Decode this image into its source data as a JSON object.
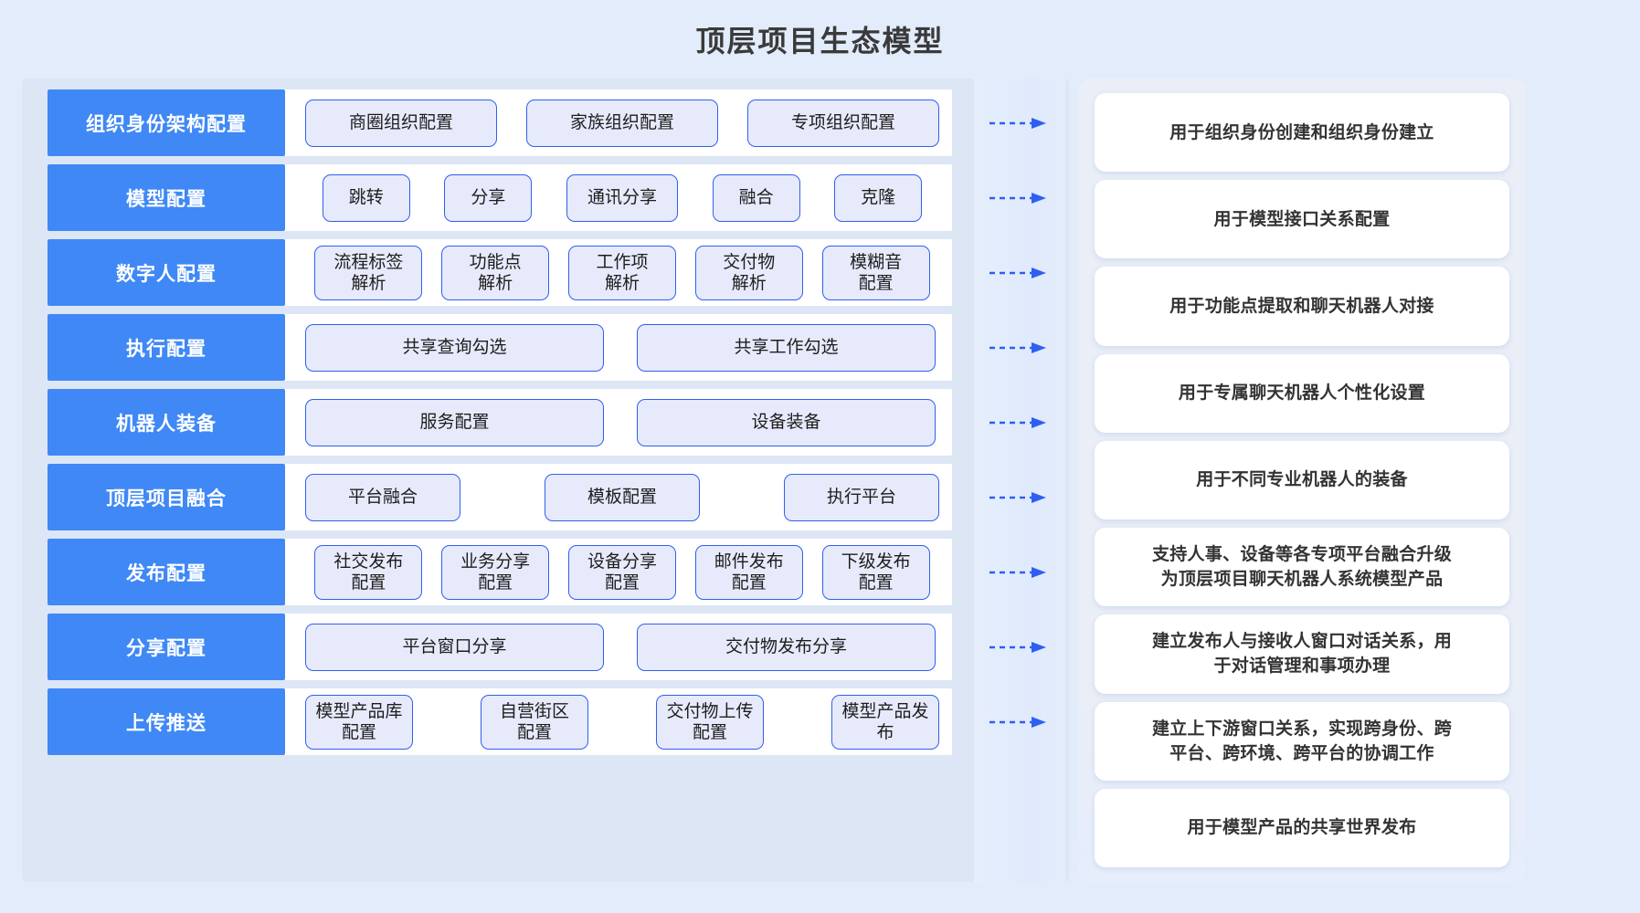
{
  "page": {
    "title": "顶层项目生态模型",
    "accent_blue": "#3f88f5",
    "pill_border": "#2f5ff0",
    "pill_fill": "#e7eafb",
    "background": "#e3ecfb",
    "arrow_color": "#2f5ff0"
  },
  "rows": [
    {
      "label": "组织身份架构配置",
      "items": [
        "商圈组织配置",
        "家族组织配置",
        "专项组织配置"
      ],
      "description": "用于组织身份创建和组织身份建立"
    },
    {
      "label": "模型配置",
      "items": [
        "跳转",
        "分享",
        "通讯分享",
        "融合",
        "克隆"
      ],
      "description": "用于模型接口关系配置"
    },
    {
      "label": "数字人配置",
      "items": [
        "流程标签\n解析",
        "功能点\n解析",
        "工作项\n解析",
        "交付物\n解析",
        "模糊音\n配置"
      ],
      "description": "用于功能点提取和聊天机器人对接"
    },
    {
      "label": "执行配置",
      "items": [
        "共享查询勾选",
        "共享工作勾选"
      ],
      "description": "用于专属聊天机器人个性化设置"
    },
    {
      "label": "机器人装备",
      "items": [
        "服务配置",
        "设备装备"
      ],
      "description": "用于不同专业机器人的装备"
    },
    {
      "label": "顶层项目融合",
      "items": [
        "平台融合",
        "模板配置",
        "执行平台"
      ],
      "description": "支持人事、设备等各专项平台融合升级\n为顶层项目聊天机器人系统模型产品"
    },
    {
      "label": "发布配置",
      "items": [
        "社交发布\n配置",
        "业务分享\n配置",
        "设备分享\n配置",
        "邮件发布\n配置",
        "下级发布\n配置"
      ],
      "description": "建立发布人与接收人窗口对话关系，用\n于对话管理和事项办理"
    },
    {
      "label": "分享配置",
      "items": [
        "平台窗口分享",
        "交付物发布分享"
      ],
      "description": "建立上下游窗口关系，实现跨身份、跨\n平台、跨环境、跨平台的协调工作"
    },
    {
      "label": "上传推送",
      "items": [
        "模型产品库\n配置",
        "自营街区\n配置",
        "交付物上传\n配置",
        "模型产品发\n布"
      ],
      "description": "用于模型产品的共享世界发布"
    }
  ],
  "connector": {
    "icon": "dashed-arrow-right",
    "count": 9
  }
}
